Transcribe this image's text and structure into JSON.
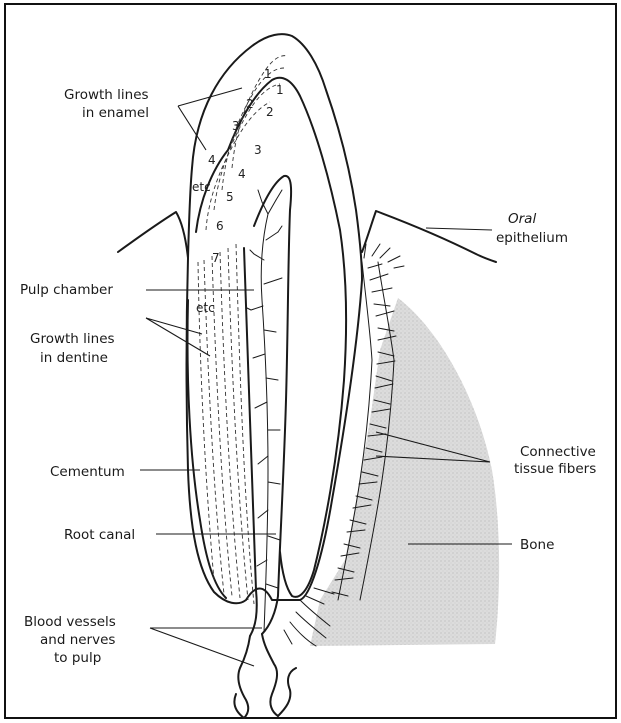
{
  "labels": {
    "growth_enamel_1": "Growth lines",
    "growth_enamel_2": "in enamel",
    "oral_1": "Oral",
    "oral_2": "epithelium",
    "pulp_chamber": "Pulp chamber",
    "growth_dentine_1": "Growth lines",
    "growth_dentine_2": "in dentine",
    "connective_1": "Connective",
    "connective_2": "tissue fibers",
    "cementum": "Cementum",
    "bone": "Bone",
    "root_canal": "Root canal",
    "blood_1": "Blood vessels",
    "blood_2": "and nerves",
    "blood_3": "to pulp"
  },
  "enamel_numbers": [
    "1",
    "2",
    "3",
    "4",
    "etc"
  ],
  "dentine_numbers": [
    "1",
    "2",
    "3",
    "4",
    "5",
    "6",
    "7",
    "etc"
  ],
  "colors": {
    "ink": "#1a1a1a",
    "bone_shading": "#d9d9d9"
  }
}
